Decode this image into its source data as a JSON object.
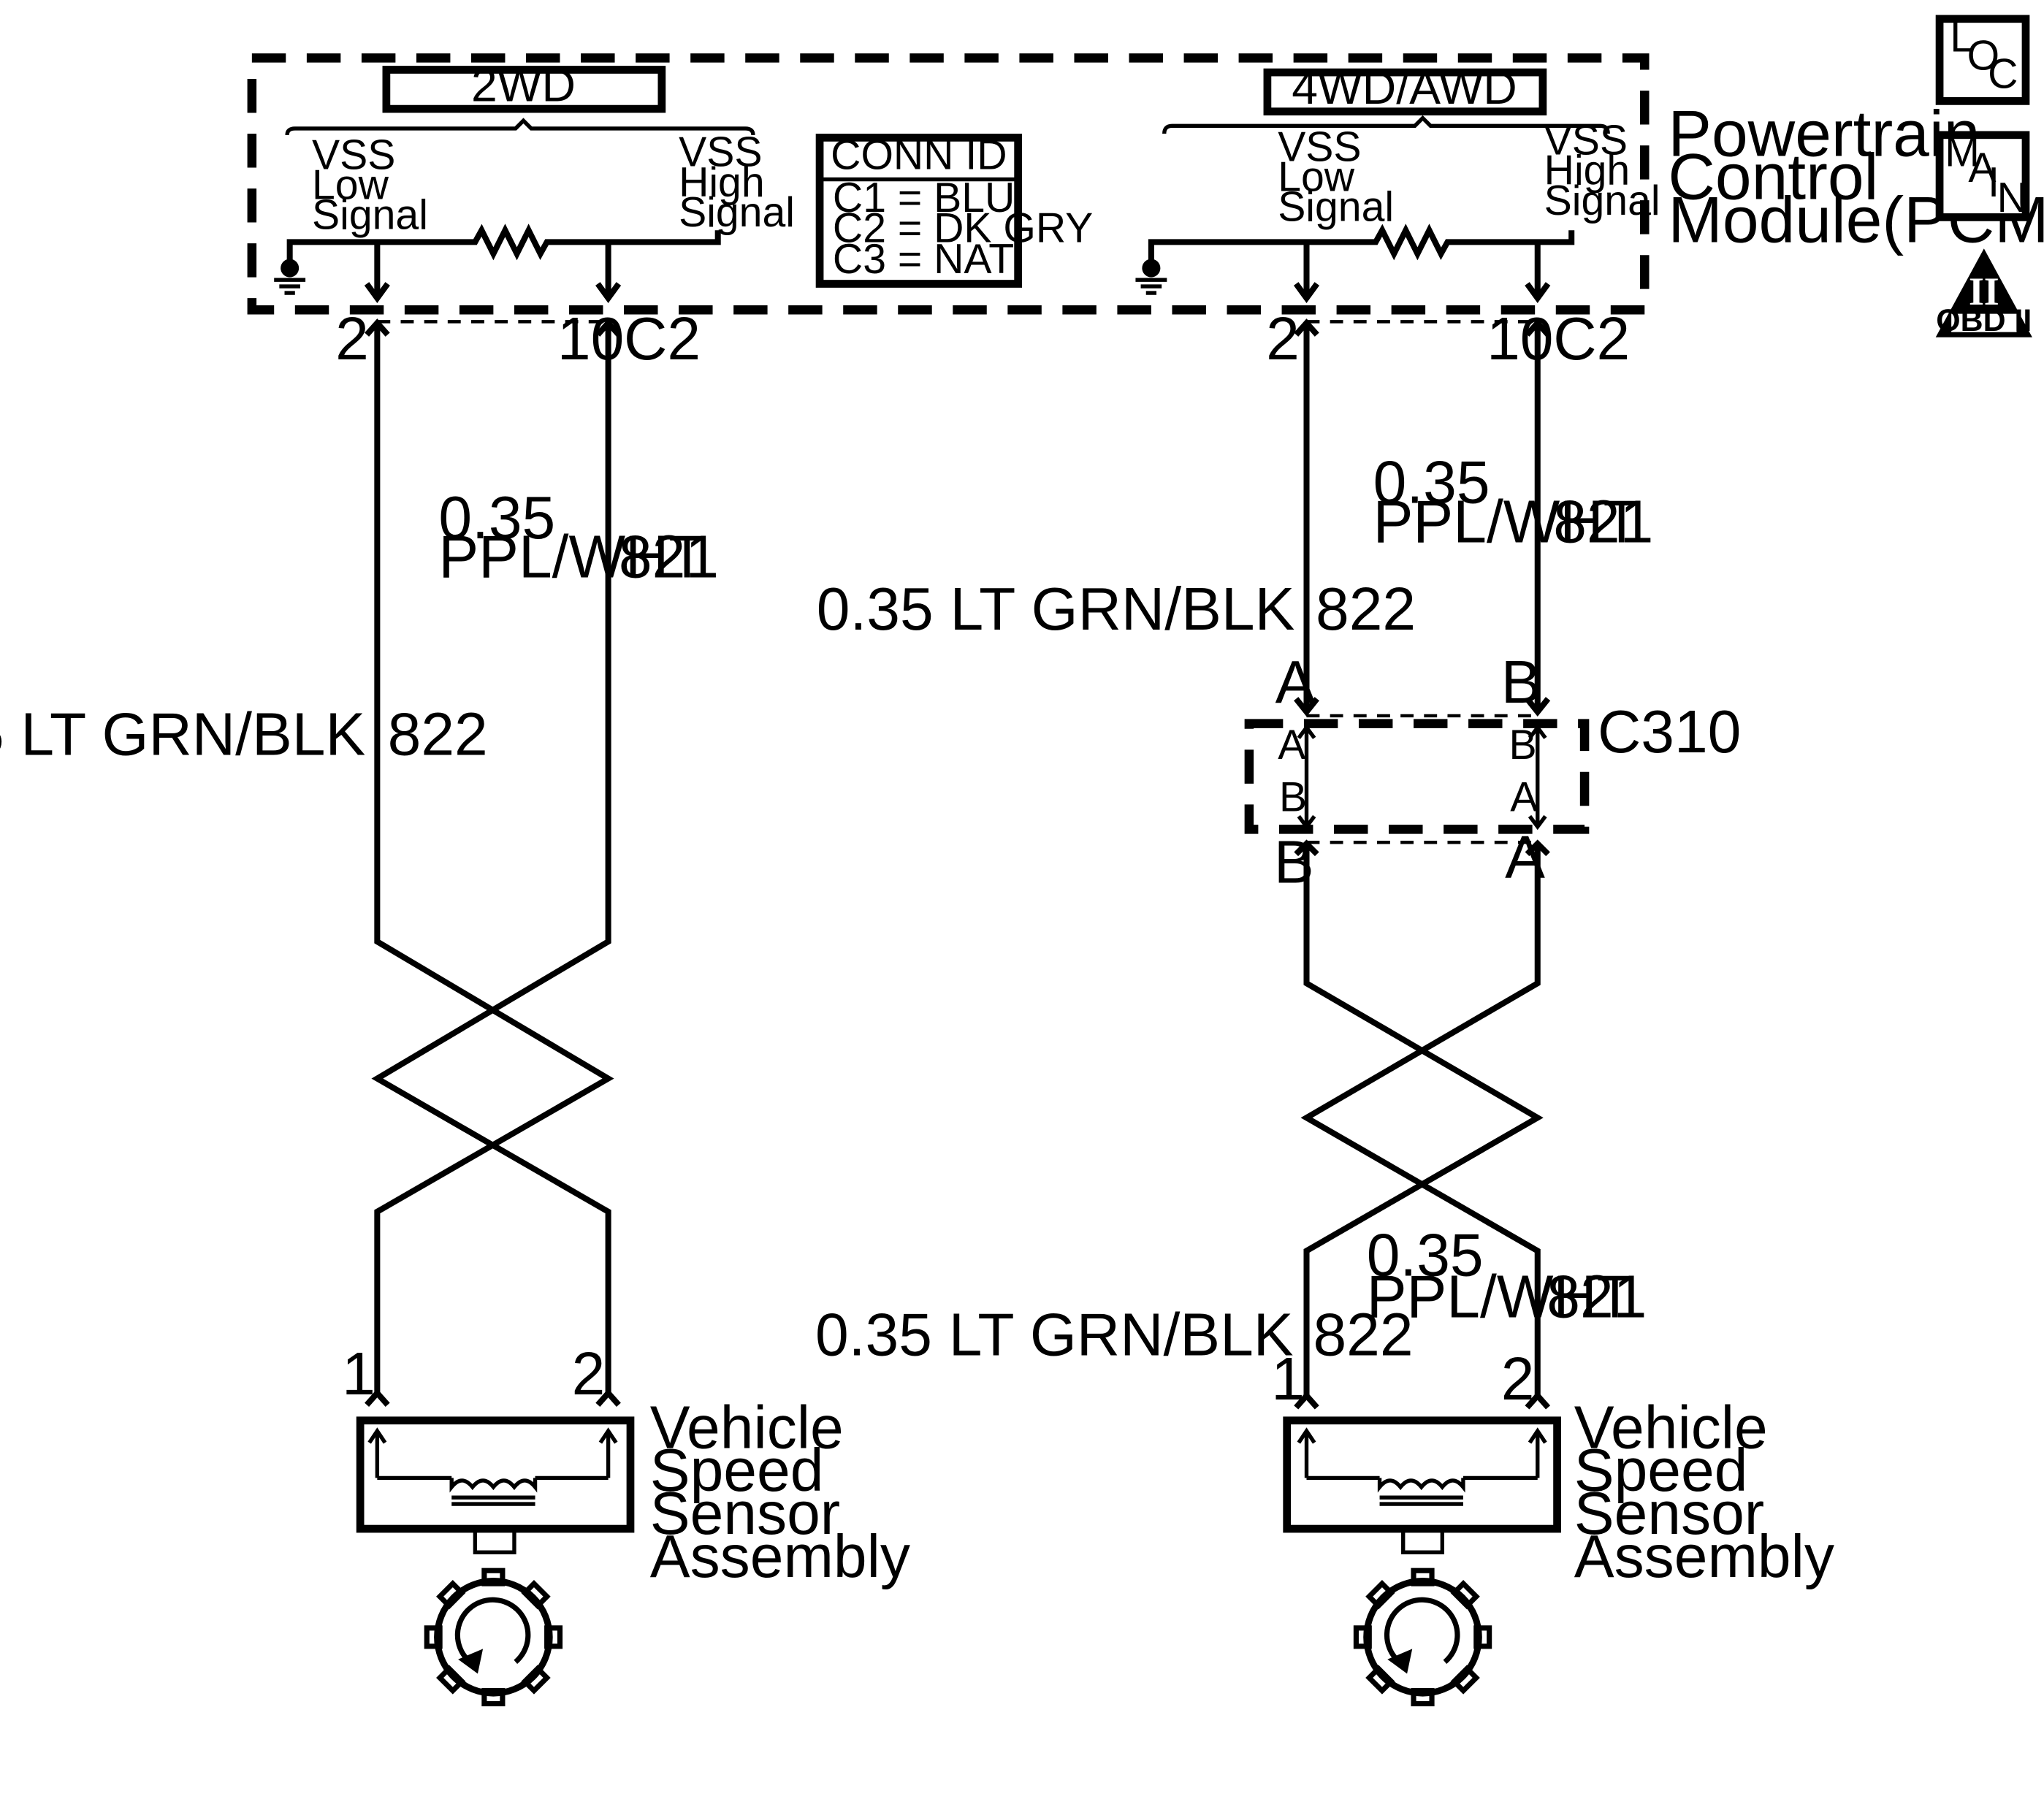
{
  "pcm": {
    "name_line1": "Powertrain",
    "name_line2": "Control",
    "name_line3": "Module(PCM)",
    "variant_2wd": "2WD",
    "variant_4wd": "4WD/AWD",
    "vss_low": [
      "VSS",
      "Low",
      "Signal"
    ],
    "vss_high": [
      "VSS",
      "High",
      "Signal"
    ]
  },
  "conn_id": {
    "title": "CONN ID",
    "rows": [
      "C1 = BLU",
      "C2 = DK GRY",
      "C3 = NAT"
    ]
  },
  "pins": {
    "pcm_low": "2",
    "pcm_high": "10",
    "pcm_connector": "C2",
    "sensor_1": "1",
    "sensor_2": "2"
  },
  "wires": {
    "low_gauge_color": "0.35 LT GRN/BLK",
    "low_circuit": "822",
    "high_gauge": "0.35",
    "high_color": "PPL/WHT",
    "high_circuit": "821"
  },
  "inline_connector": {
    "name": "C310",
    "top_left": "A",
    "top_right": "B",
    "inner_tl": "A",
    "inner_bl": "B",
    "inner_tr": "B",
    "inner_br": "A",
    "bottom_left": "B",
    "bottom_right": "A"
  },
  "sensor": {
    "name_line1": "Vehicle",
    "name_line2": "Speed",
    "name_line3": "Sensor",
    "name_line4": "Assembly"
  },
  "badges": {
    "loc": [
      "L",
      "O",
      "C"
    ],
    "main": [
      "M",
      "A",
      "I",
      "N"
    ],
    "obd_roman": "II",
    "obd_text": "OBD II"
  }
}
